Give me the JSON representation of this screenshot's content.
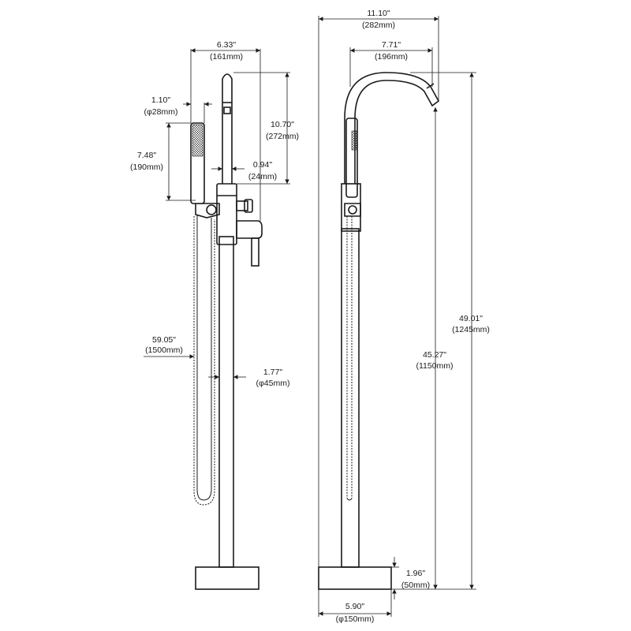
{
  "dimensions": {
    "front_handle_reach": {
      "in": "6.33\"",
      "mm": "(161mm)"
    },
    "handshower_diameter": {
      "in": "1.10\"",
      "mm": "(φ28mm)"
    },
    "handshower_length": {
      "in": "7.48\"",
      "mm": "(190mm)"
    },
    "spout_height_front": {
      "in": "10.70\"",
      "mm": "(272mm)"
    },
    "spout_tube": {
      "in": "0.94\"",
      "mm": "(24mm)"
    },
    "hose_length": {
      "in": "59.05\"",
      "mm": "(1500mm)"
    },
    "column_diameter": {
      "in": "1.77\"",
      "mm": "(φ45mm)"
    },
    "overall_width": {
      "in": "11.10\"",
      "mm": "(282mm)"
    },
    "spout_reach": {
      "in": "7.71\"",
      "mm": "(196mm)"
    },
    "overall_height": {
      "in": "49.01\"",
      "mm": "(1245mm)"
    },
    "spout_outlet_height": {
      "in": "45.27\"",
      "mm": "(1150mm)"
    },
    "base_height": {
      "in": "1.96\"",
      "mm": "(50mm)"
    },
    "base_diameter": {
      "in": "5.90\"",
      "mm": "(φ150mm)"
    }
  }
}
